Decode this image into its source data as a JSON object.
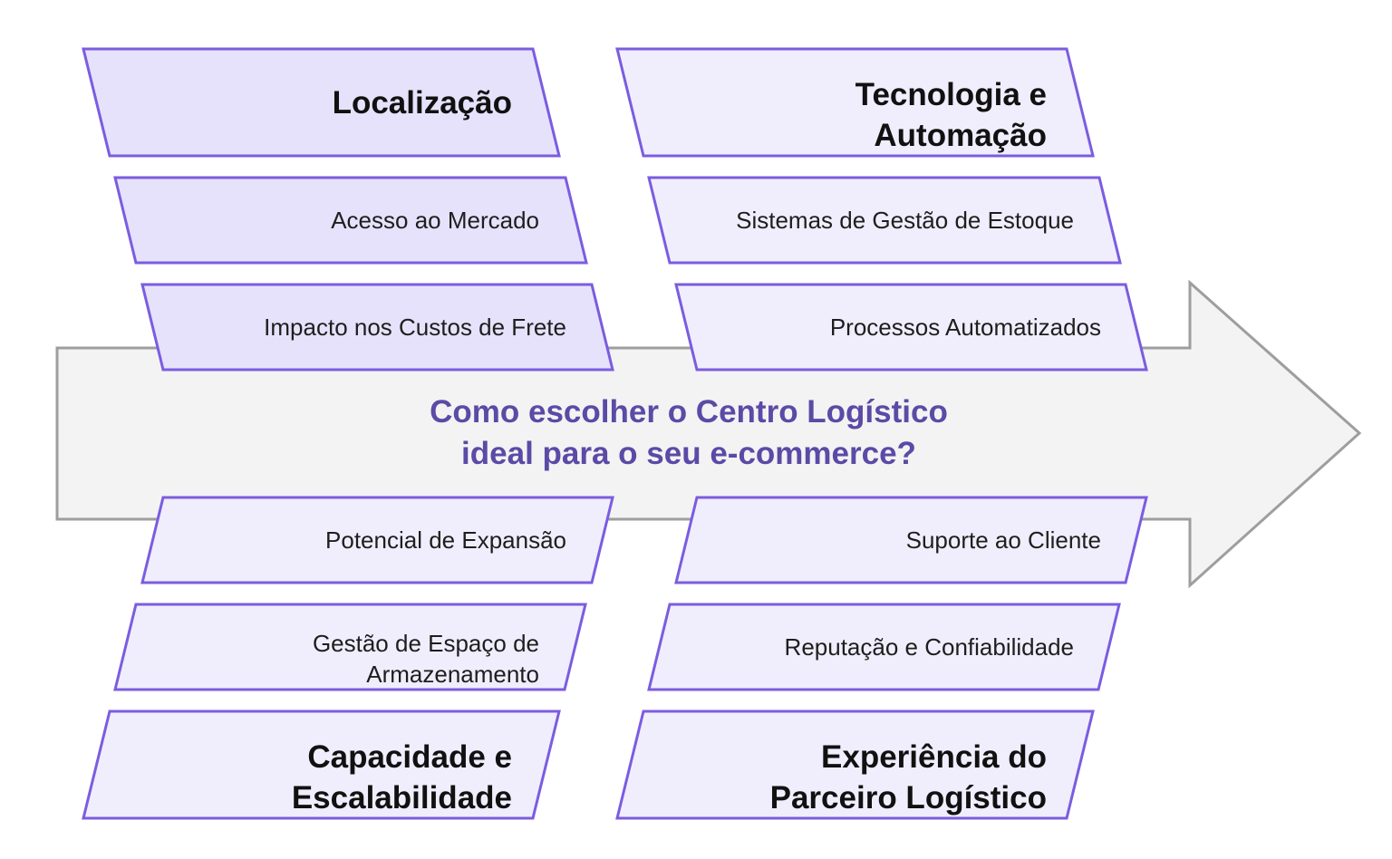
{
  "colors": {
    "arrow_fill": "#f3f3f3",
    "arrow_stroke": "#9e9e9e",
    "box_stroke": "#7c5ce0",
    "header_fill": "#e6e2fb",
    "item_fill": "#f0eefc",
    "title_color": "#5b4aa6"
  },
  "title": {
    "line1": "Como escolher o Centro Logístico",
    "line2": "ideal para o seu e-commerce?"
  },
  "top_left": {
    "header": "Localização",
    "items": [
      "Acesso ao Mercado",
      "Impacto nos Custos de Frete"
    ]
  },
  "top_right": {
    "header_line1": "Tecnologia e",
    "header_line2": "Automação",
    "items": [
      "Sistemas de Gestão de Estoque",
      "Processos Automatizados"
    ]
  },
  "bottom_left": {
    "items": [
      "Potencial de Expansão"
    ],
    "item2_line1": "Gestão de Espaço de",
    "item2_line2": "Armazenamento",
    "header_line1": "Capacidade e",
    "header_line2": "Escalabilidade"
  },
  "bottom_right": {
    "items": [
      "Suporte ao Cliente",
      "Reputação e Confiabilidade"
    ],
    "header_line1": "Experiência do",
    "header_line2": "Parceiro Logístico"
  }
}
